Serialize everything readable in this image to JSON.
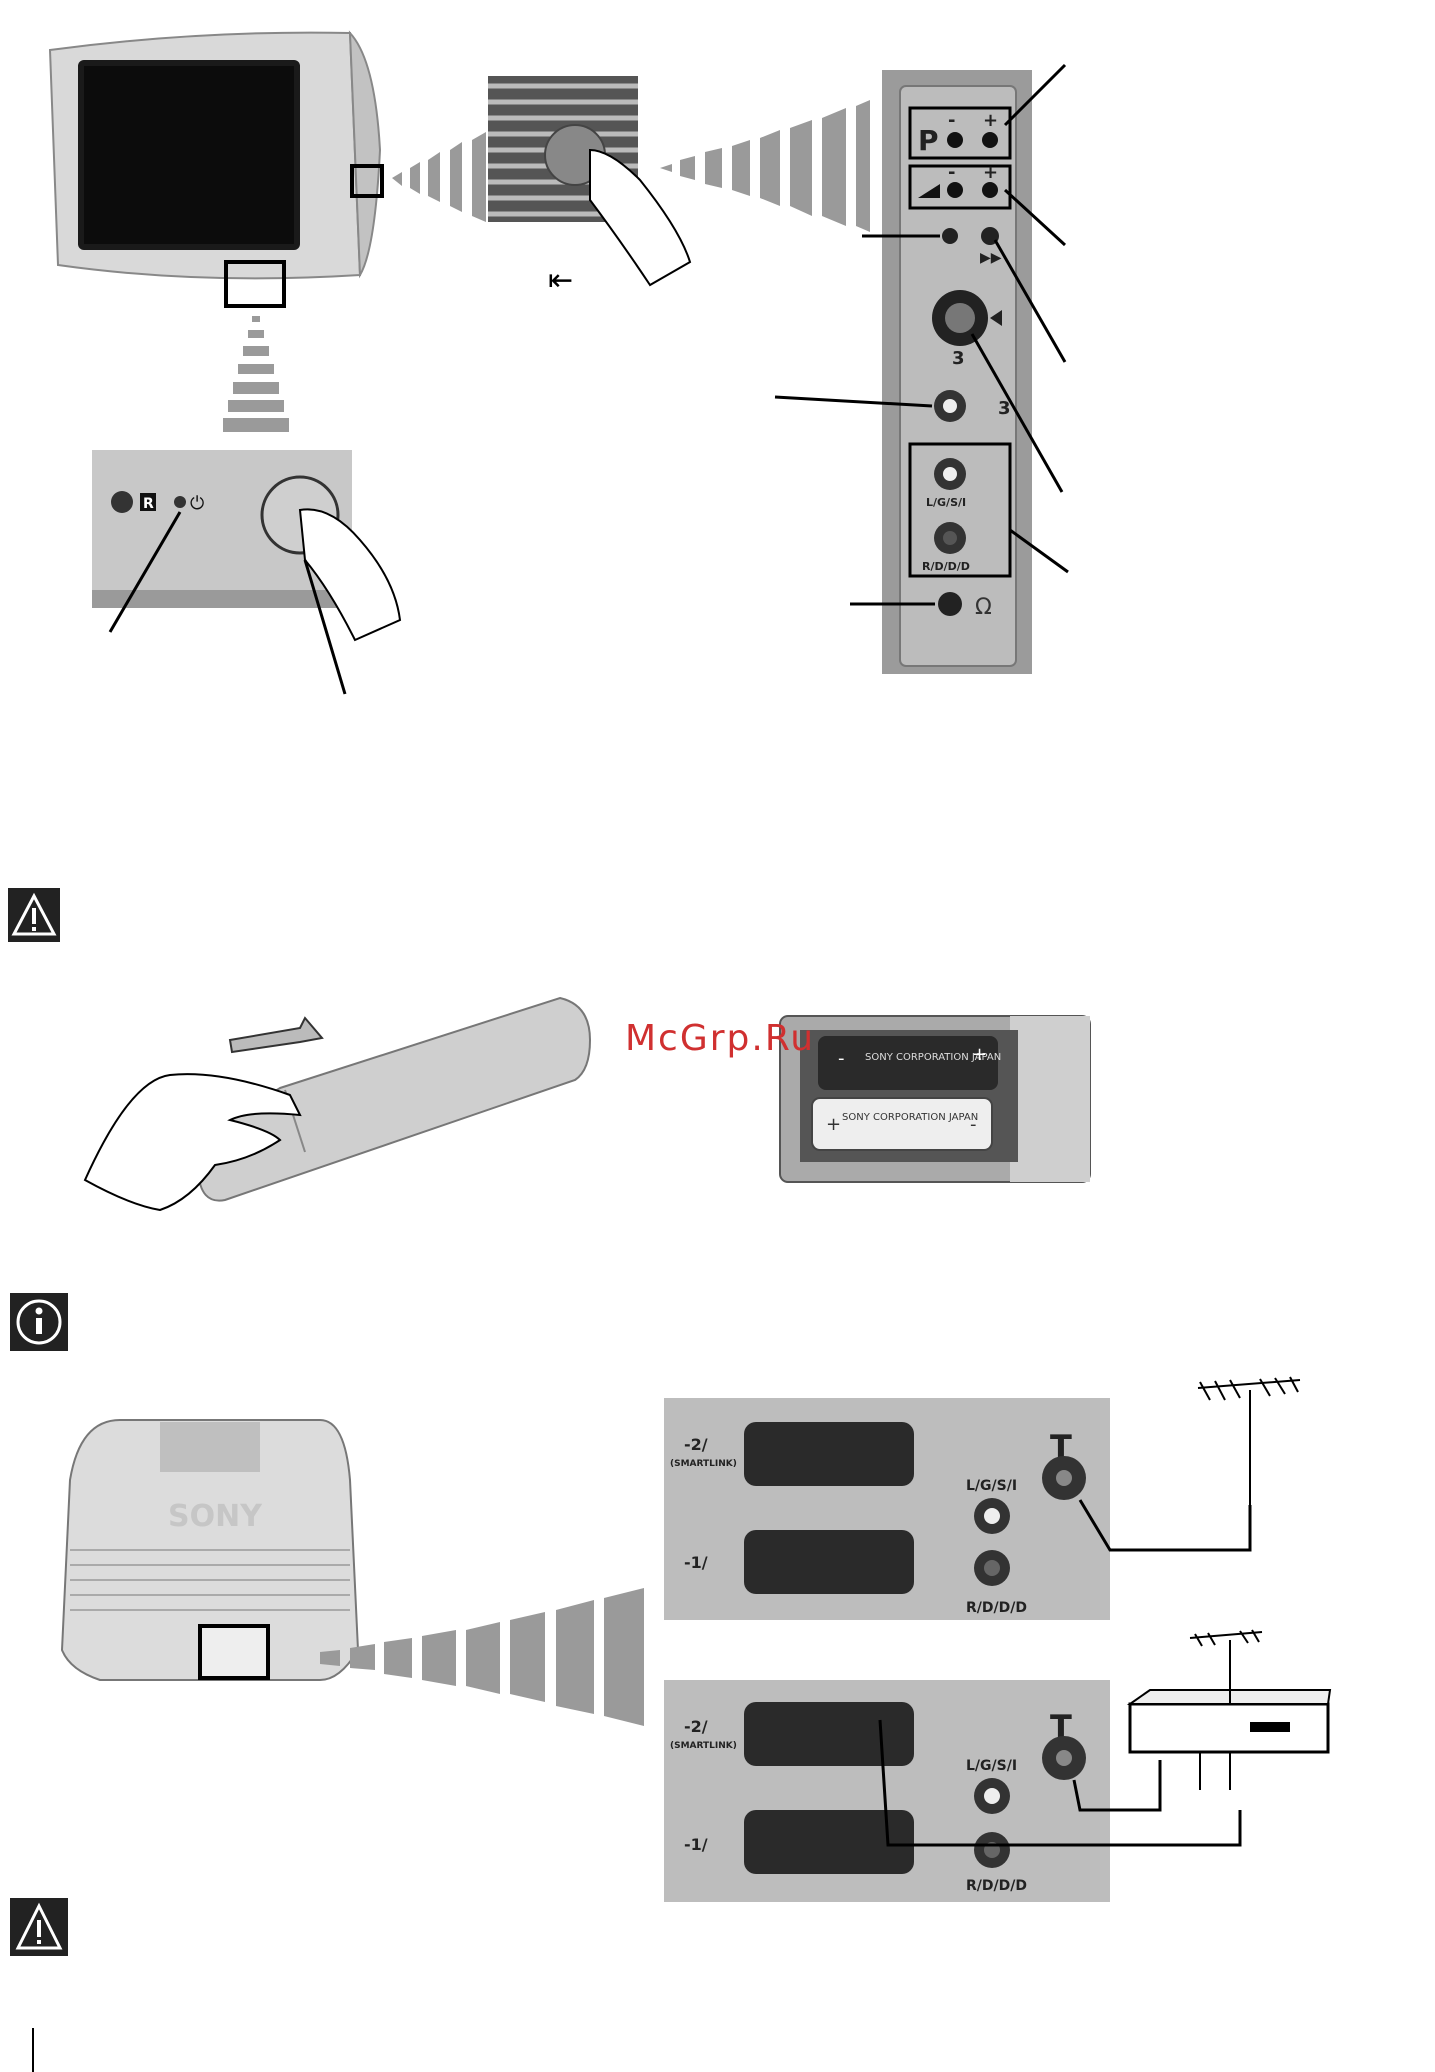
{
  "front_panel": {
    "program_label": "P",
    "minus": "-",
    "plus": "+",
    "av3_label": "3",
    "audio_left_label": "L/G/S/I",
    "audio_right_label": "R/D/D/D",
    "reset_label": "R"
  },
  "watermark": "McGrp.Ru",
  "battery": {
    "label_top": "SONY CORPORATION JAPAN",
    "label_bottom": "SONY CORPORATION JAPAN",
    "plus": "+",
    "minus": "-"
  },
  "rear_panel": {
    "scart2_label": "-2/",
    "smartlink_label": "(SMARTLINK)",
    "scart1_label": "-1/",
    "audio_left_label": "L/G/S/I",
    "audio_right_label": "R/D/D/D",
    "brand_text": "SONY"
  },
  "colors": {
    "warning_bg": "#222222",
    "watermark": "#d03030"
  }
}
